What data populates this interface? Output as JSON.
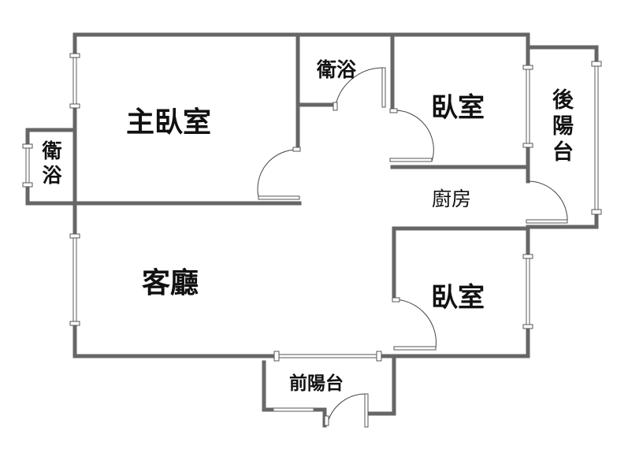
{
  "rooms": {
    "master_bedroom": "主臥室",
    "bath_top": "衛浴",
    "bedroom_top": "臥室",
    "back_balcony": "後陽台",
    "bath_left": "衛浴",
    "kitchen": "廚房",
    "living_room": "客廳",
    "bedroom_bottom": "臥室",
    "front_balcony": "前陽台"
  },
  "colors": {
    "wall": "#666666",
    "text": "#111111"
  }
}
